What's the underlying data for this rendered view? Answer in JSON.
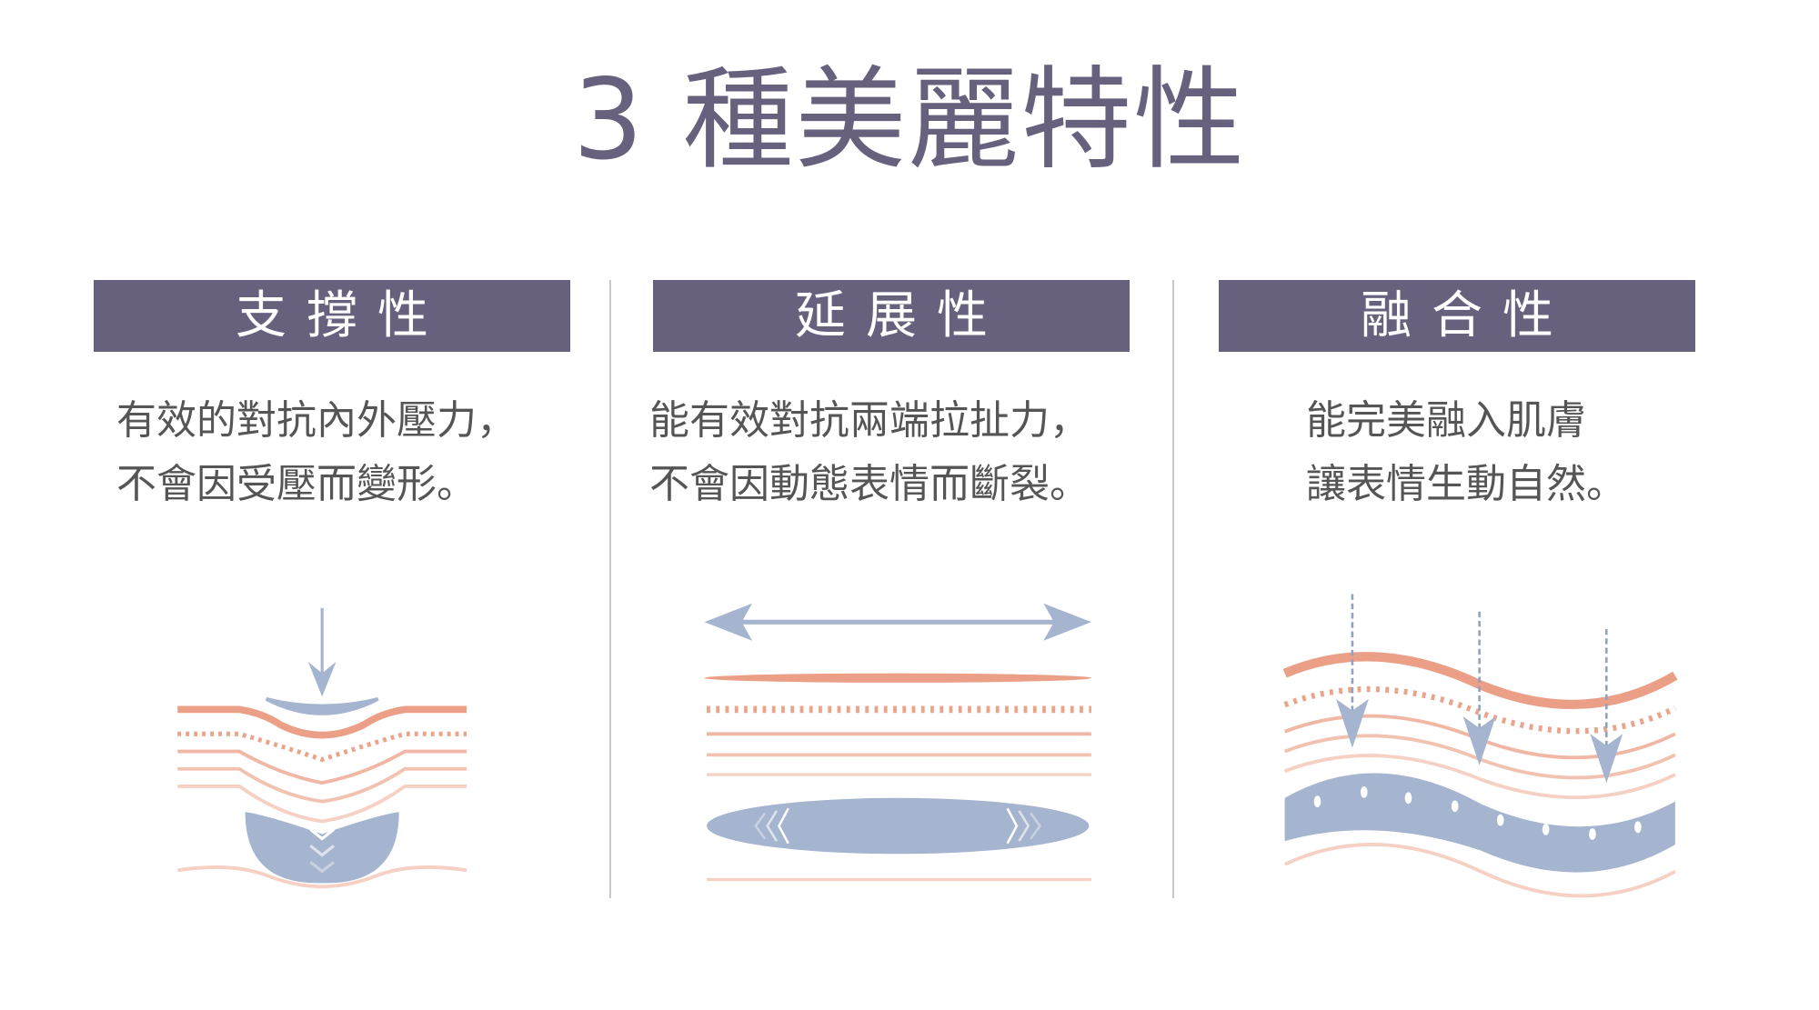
{
  "title": "3 種美麗特性",
  "columns": [
    {
      "heading": "支撐性",
      "lines": [
        "有效的對抗內外壓力，",
        "不會因受壓而變形。"
      ]
    },
    {
      "heading": "延展性",
      "lines": [
        "能有效對抗兩端拉扯力，",
        "不會因動態表情而斷裂。"
      ]
    },
    {
      "heading": "融合性",
      "lines": [
        "能完美融入肌膚",
        "讓表情生動自然。"
      ]
    }
  ],
  "colors": {
    "accent": "#67617e",
    "skin_line": "#eba48c",
    "filler": "#a6b5cf",
    "text": "#555555"
  }
}
